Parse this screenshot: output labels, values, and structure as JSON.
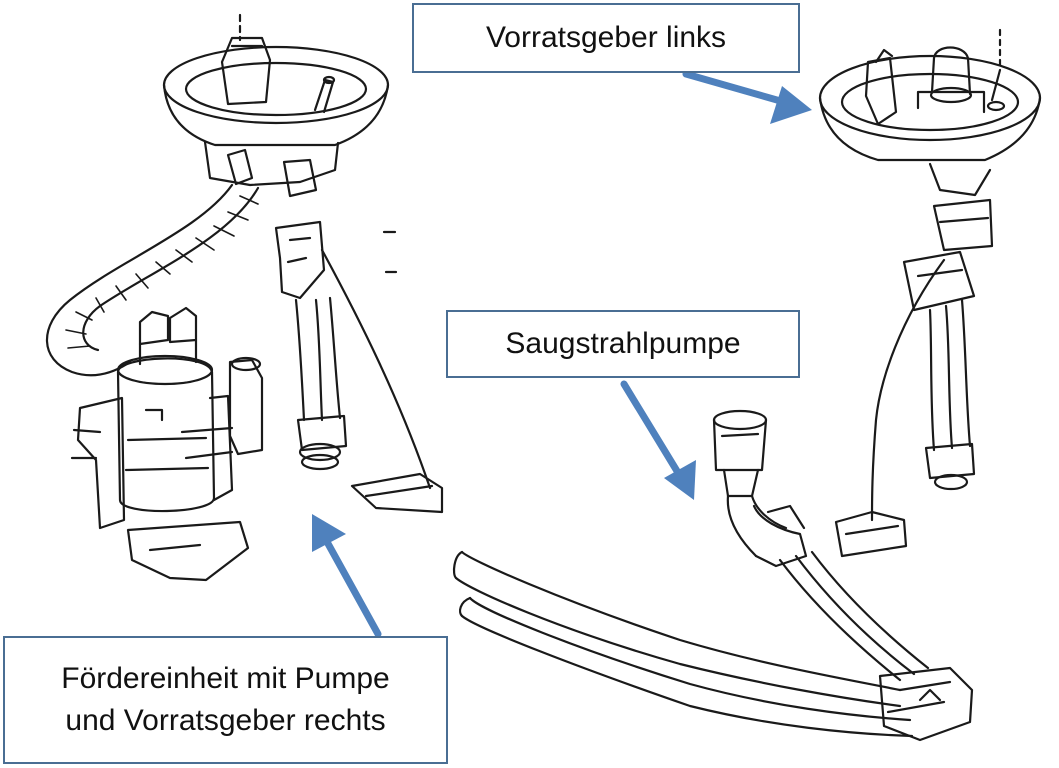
{
  "labels": {
    "sender_left": "Vorratsgeber links",
    "jet_pump": "Saugstrahlpumpe",
    "delivery_unit_line1": "Fördereinheit mit Pumpe",
    "delivery_unit_line2": "und Vorratsgeber rechts"
  },
  "colors": {
    "arrow": "#4f81bd",
    "box_border": "#4a6e93",
    "line_art": "#1a1a1a",
    "background": "#ffffff"
  }
}
